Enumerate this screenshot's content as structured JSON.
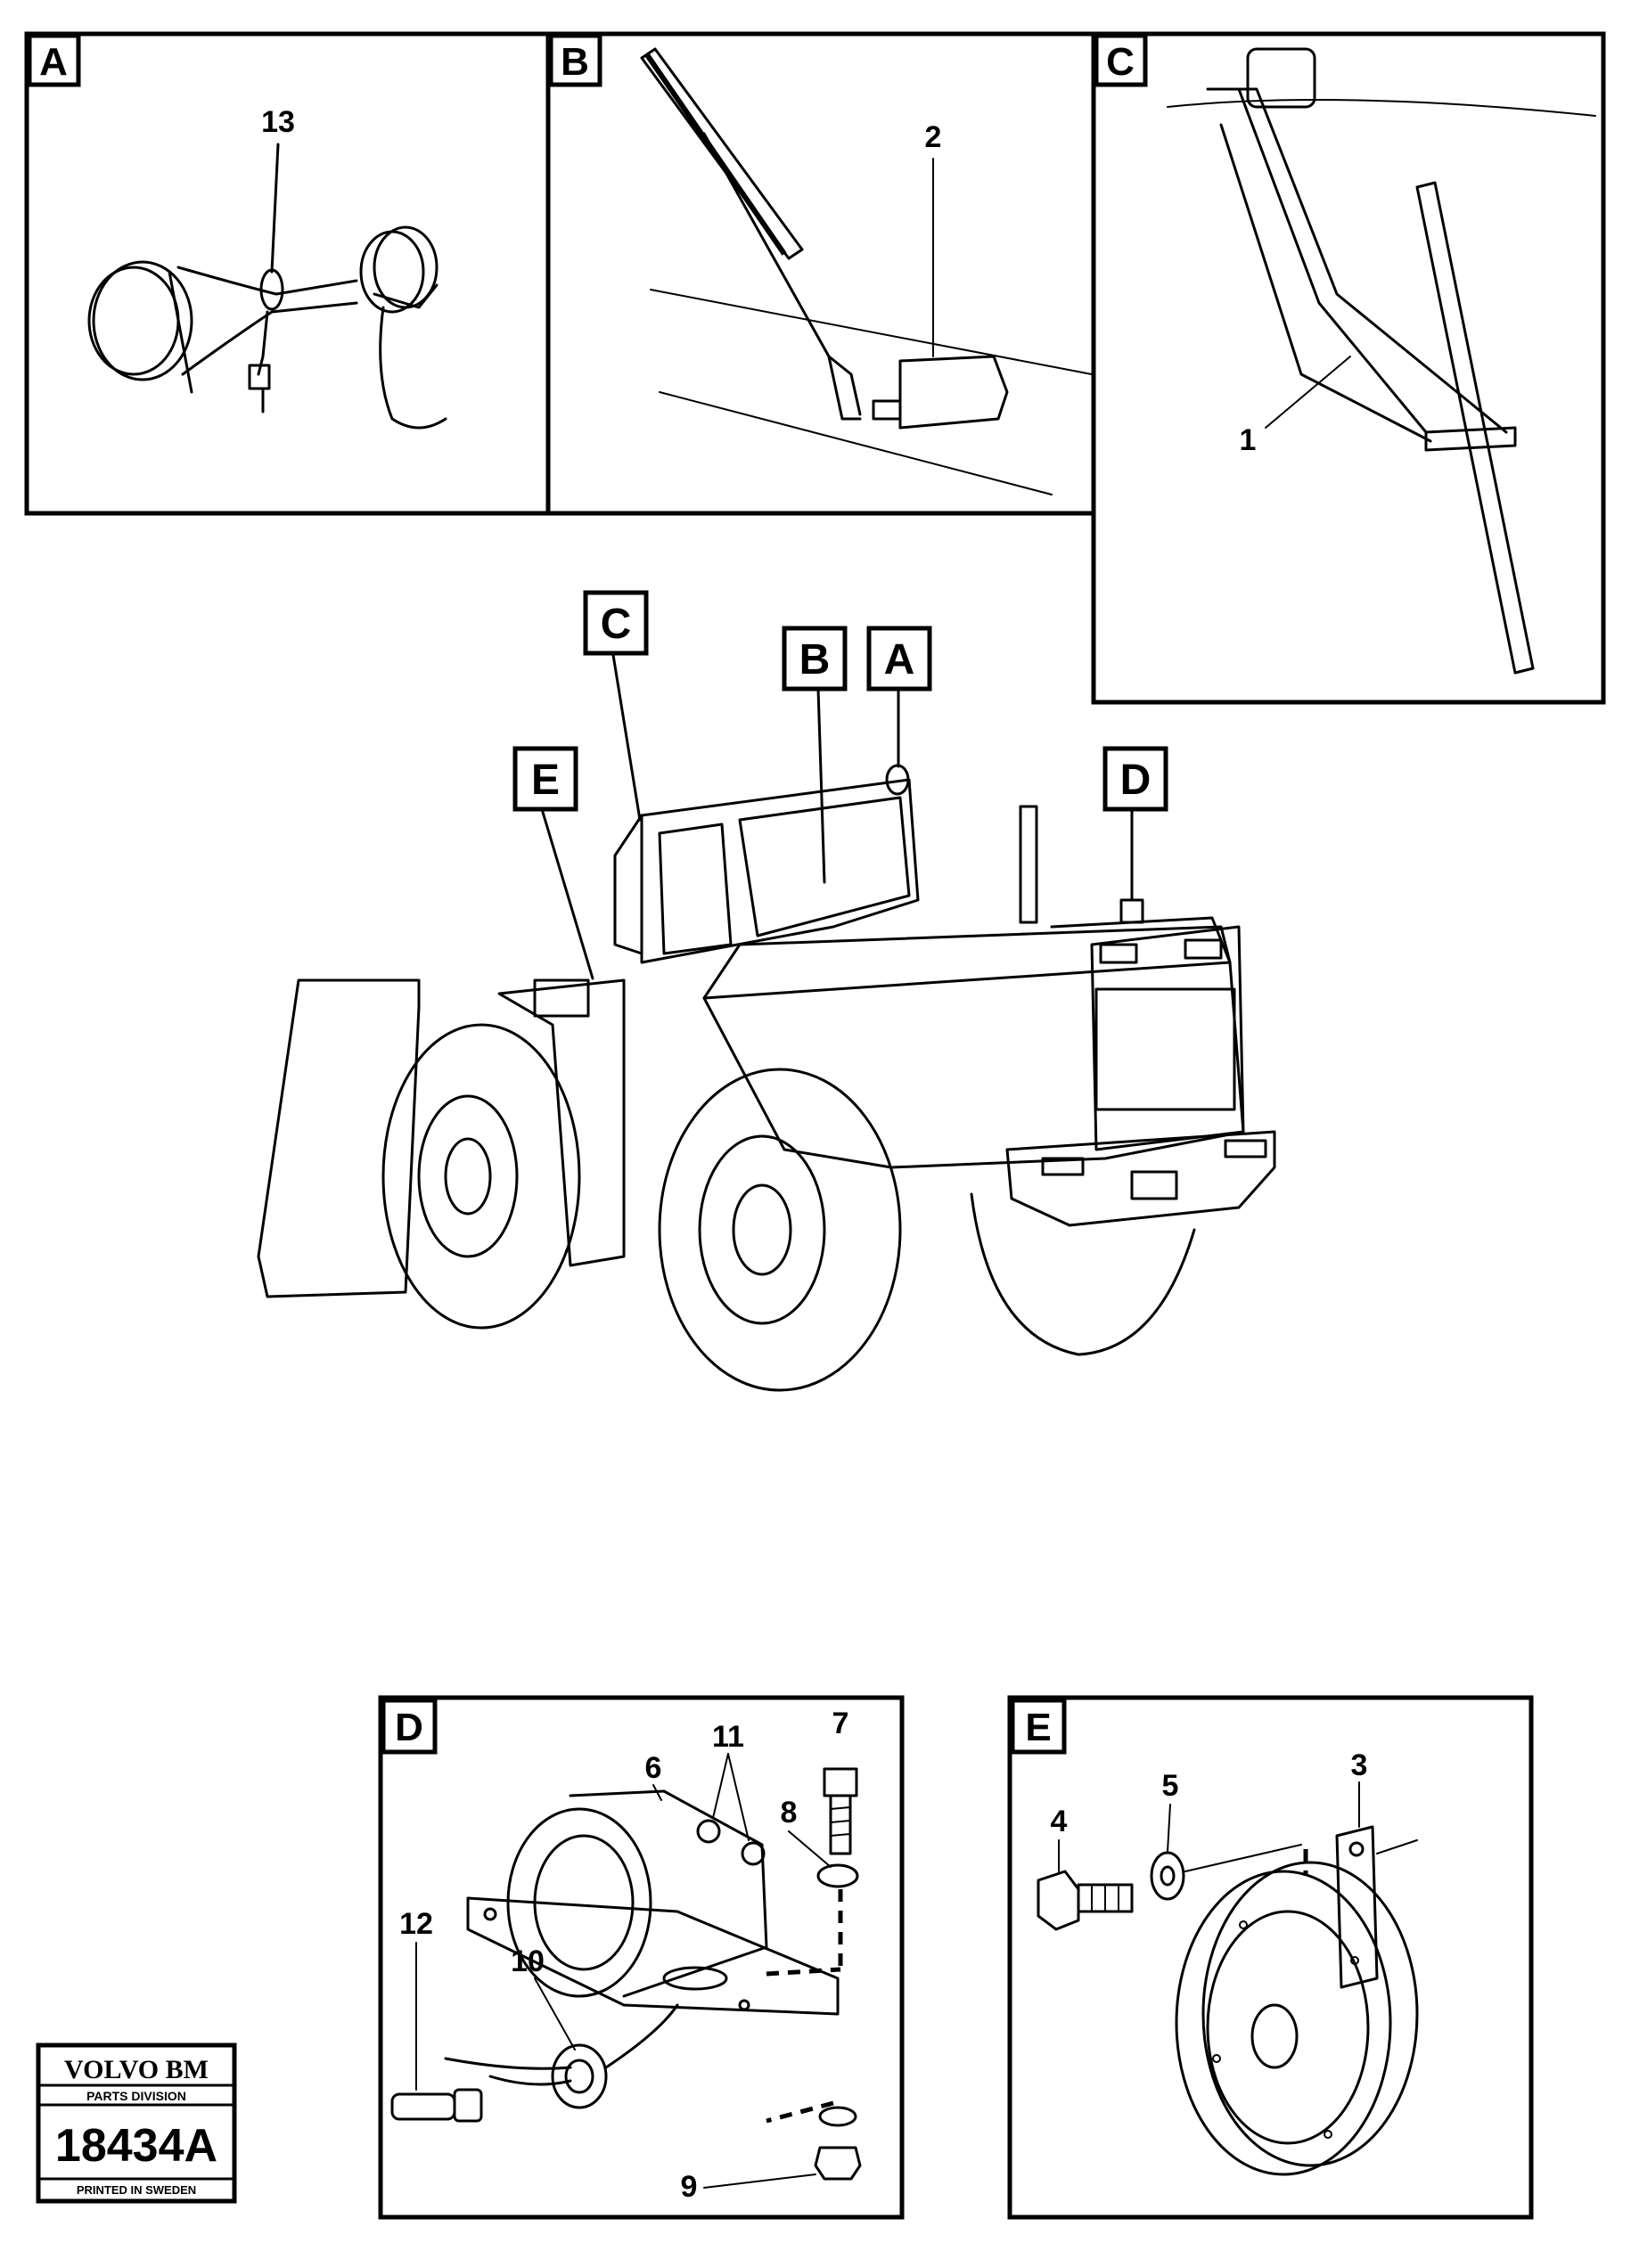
{
  "panels": {
    "A": {
      "letter": "A",
      "parts": [
        "13"
      ]
    },
    "B": {
      "letter": "B",
      "parts": [
        "2"
      ]
    },
    "C": {
      "letter": "C",
      "parts": [
        "1"
      ]
    },
    "D": {
      "letter": "D",
      "parts": [
        "6",
        "11",
        "7",
        "8",
        "12",
        "10",
        "9"
      ]
    },
    "E": {
      "letter": "E",
      "parts": [
        "3",
        "4",
        "5"
      ]
    }
  },
  "callouts": {
    "A": "A",
    "B": "B",
    "C": "C",
    "D": "D",
    "E": "E"
  },
  "stamp": {
    "brand": "VOLVO BM",
    "division": "PARTS DIVISION",
    "code": "18434A",
    "printed": "PRINTED IN SWEDEN"
  }
}
